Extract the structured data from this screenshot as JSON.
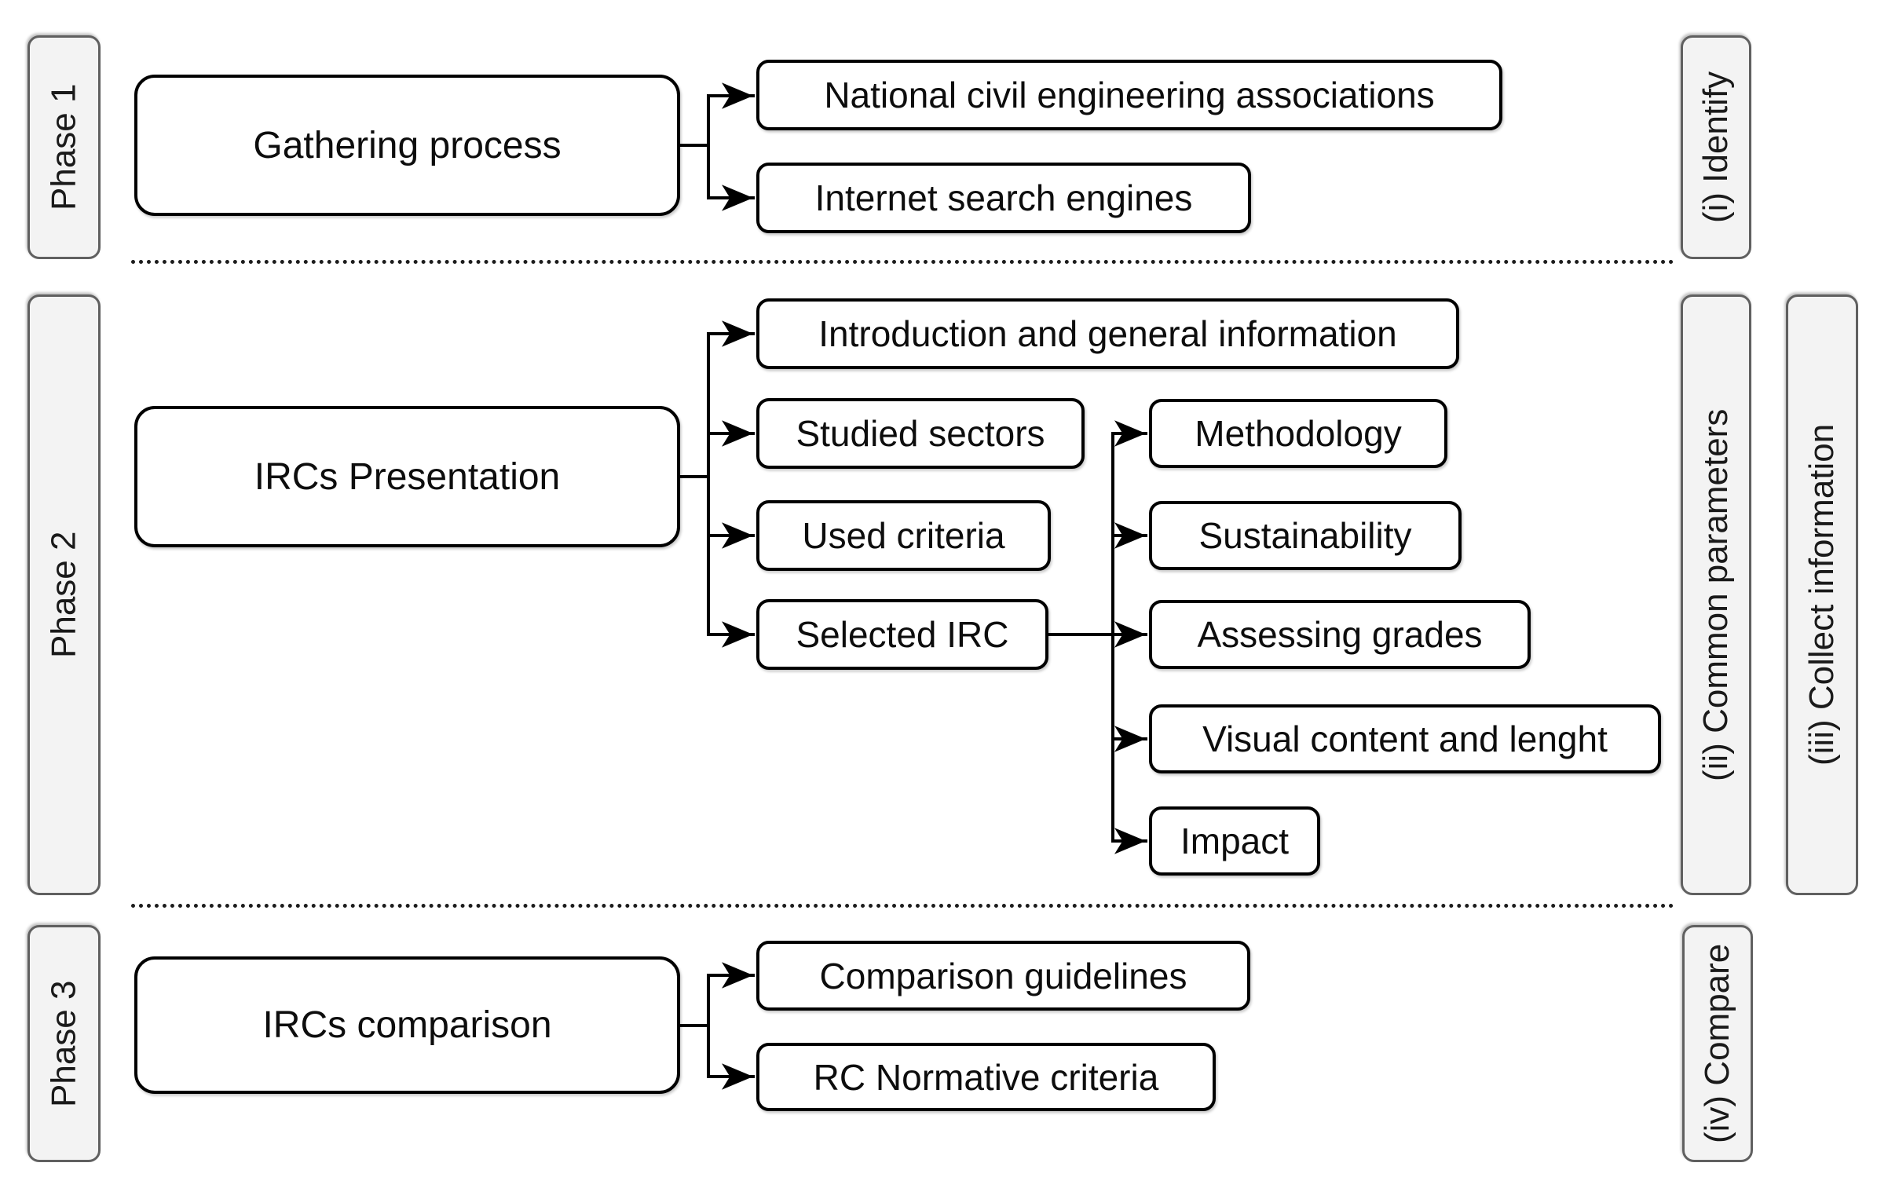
{
  "title": "Three-phase methodology flow diagram",
  "colors": {
    "background": "#ffffff",
    "box_fill": "#ffffff",
    "box_border": "#000000",
    "badge_fill": "#f3f3f3",
    "badge_border": "#606060",
    "connector": "#000000",
    "text": "#0d0d0d"
  },
  "phases": [
    {
      "label": "Phase 1",
      "main": "Gathering process",
      "children": [
        "National civil engineering associations",
        "Internet search engines"
      ],
      "step": "(i) Identify"
    },
    {
      "label": "Phase 2",
      "main": "IRCs Presentation",
      "children": [
        "Introduction and general information",
        "Studied sectors",
        "Used criteria",
        "Selected IRC"
      ],
      "selected_children": [
        "Methodology",
        "Sustainability",
        "Assessing grades",
        "Visual content and lenght",
        "Impact"
      ],
      "steps": [
        "(ii) Common parameters",
        "(iii) Collect information"
      ]
    },
    {
      "label": "Phase 3",
      "main": "IRCs comparison",
      "children": [
        "Comparison guidelines",
        "RC Normative criteria"
      ],
      "step": "(iv) Compare"
    }
  ]
}
